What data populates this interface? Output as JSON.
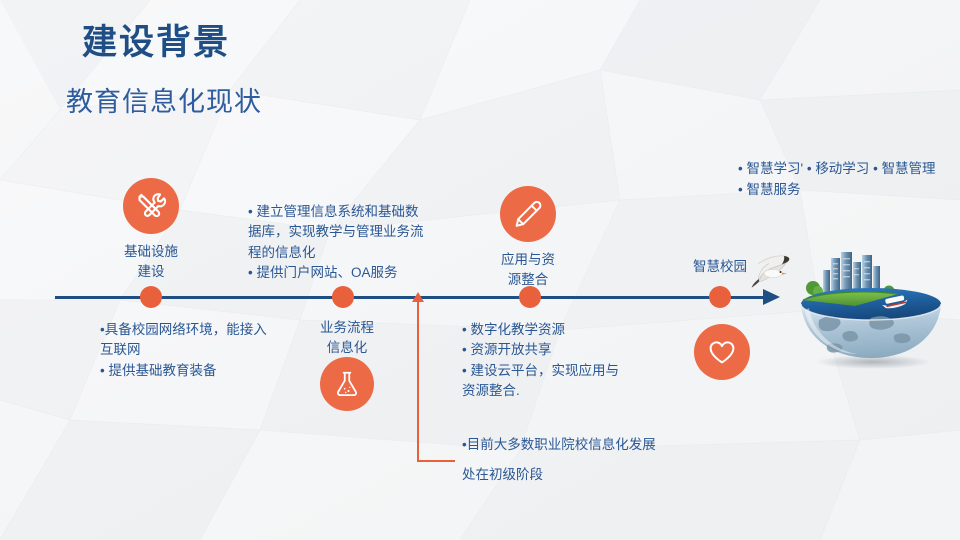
{
  "slide": {
    "title": "建设背景",
    "subtitle": "教育信息化现状",
    "colors": {
      "title_blue": "#1f4e85",
      "text_blue": "#2a5794",
      "accent_orange": "#ed6a46",
      "dot_orange": "#e8613c",
      "background": "#f4f5f7"
    }
  },
  "timeline": {
    "nodes": [
      {
        "id": "infrastructure",
        "icon": "tools-icon",
        "label": "基础设施\n建设",
        "label_position": "above"
      },
      {
        "id": "business-process",
        "icon": "flask-icon",
        "label": "业务流程\n信息化",
        "label_position": "below"
      },
      {
        "id": "application-resource",
        "icon": "pencil-icon",
        "label": "应用与资\n源整合",
        "label_position": "above"
      },
      {
        "id": "smart-campus",
        "icon": "heart-icon",
        "label": "智慧校园",
        "label_position": "above"
      }
    ]
  },
  "blocks": {
    "infra_bullets": [
      "•具备校园网络环境，能接入",
      "互联网",
      "• 提供基础教育装备"
    ],
    "process_bullets": [
      "•  建立管理信息系统和基础数",
      "据库，实现教学与管理业务流",
      "程的信息化",
      "•   提供门户网站、OA服务"
    ],
    "resource_bullets": [
      "•   数字化教学资源",
      "•   资源开放共享",
      "•   建设云平台，实现应用与",
      "资源整合."
    ],
    "smart_campus_bullets": [
      "智慧学习'",
      "移动学习",
      "智慧管理",
      "智慧服务"
    ],
    "footnote": [
      "•目前大多数职业院校信息化发展",
      "处在初级阶段"
    ]
  },
  "imagery": {
    "globe": "smart-campus-globe-image",
    "seagull": "seagull-image"
  }
}
